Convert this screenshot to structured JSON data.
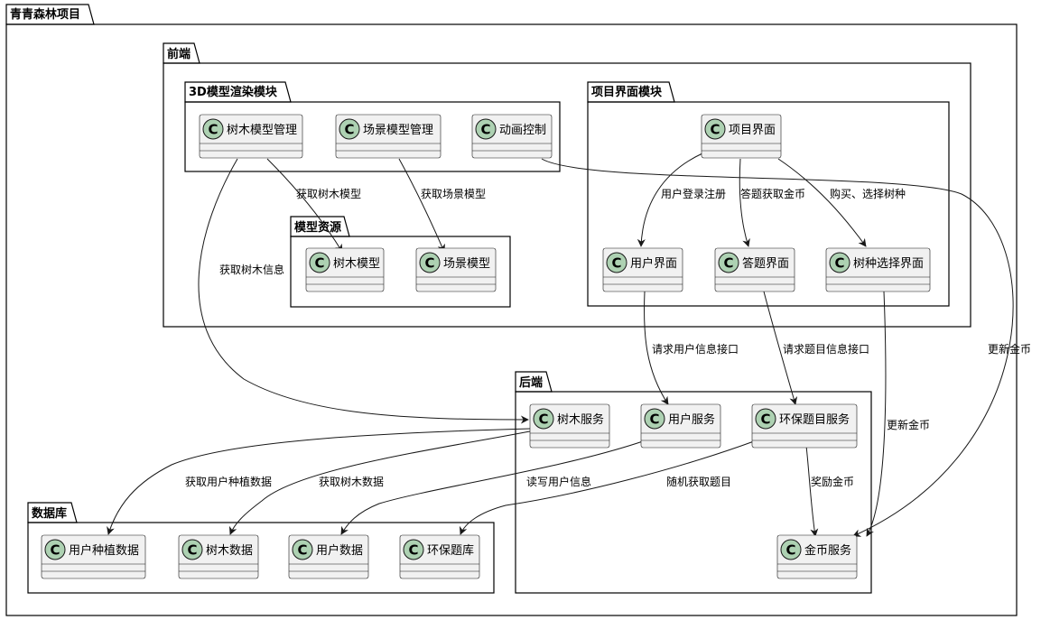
{
  "packages": {
    "root": "青青森林项目",
    "frontend": "前端",
    "render3d": "3D模型渲染模块",
    "modelRes": "模型资源",
    "projectUI": "项目界面模块",
    "backend": "后端",
    "database": "数据库"
  },
  "classes": {
    "treeModelMgr": "树木模型管理",
    "sceneModelMgr": "场景模型管理",
    "animCtrl": "动画控制",
    "treeModel": "树木模型",
    "sceneModel": "场景模型",
    "projectUI": "项目界面",
    "userUI": "用户界面",
    "quizUI": "答题界面",
    "speciesUI": "树种选择界面",
    "treeSvc": "树木服务",
    "userSvc": "用户服务",
    "ecoQuizSvc": "环保题目服务",
    "coinSvc": "金币服务",
    "userPlantData": "用户种植数据",
    "treeData": "树木数据",
    "userData": "用户数据",
    "ecoQuizBank": "环保题库"
  },
  "edges": {
    "getTreeModel": "获取树木模型",
    "getSceneModel": "获取场景模型",
    "getTreeInfo": "获取树木信息",
    "userLogin": "用户登录注册",
    "quizCoin": "答题获取金币",
    "buySpecies": "购买、选择树种",
    "userInfoApi": "请求用户信息接口",
    "quizInfoApi": "请求题目信息接口",
    "updateCoin1": "更新金币",
    "updateCoin2": "更新金币",
    "getPlantData": "获取用户种植数据",
    "getTreeData": "获取树木数据",
    "rwUserInfo": "读写用户信息",
    "randomQuiz": "随机获取题目",
    "rewardCoin": "奖励金币"
  },
  "colors": {
    "badge": "#add1b2",
    "classFill": "#f1f1f1",
    "stroke": "#181818"
  }
}
